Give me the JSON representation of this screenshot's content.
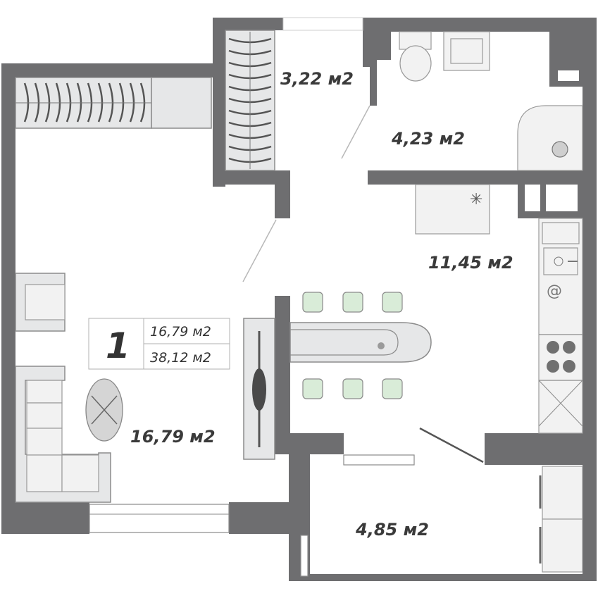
{
  "floor_plan": {
    "rooms_count": "1",
    "living_area": "16,79 м2",
    "total_area": "38,12 м2",
    "rooms": [
      {
        "id": "wardrobe",
        "area": "3,22 м2"
      },
      {
        "id": "bathroom",
        "area": "4,23 м2"
      },
      {
        "id": "kitchen",
        "area": "11,45 м2"
      },
      {
        "id": "living-room",
        "area": "16,79 м2"
      },
      {
        "id": "balcony",
        "area": "4,85 м2"
      }
    ]
  },
  "colors": {
    "wall": "#6e6e70",
    "furniture": "#e6e7e8",
    "chair": "#d9ecd8",
    "text": "#3a3a3a"
  }
}
